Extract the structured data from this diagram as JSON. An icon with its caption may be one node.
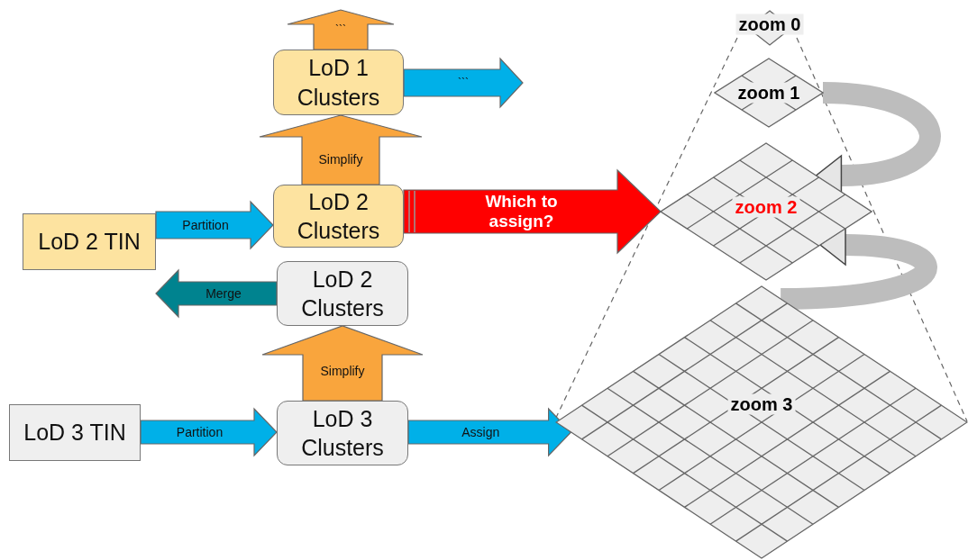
{
  "diagram": {
    "nodes": [
      {
        "text": [
          "LoD 1 Clusters"
        ]
      },
      {
        "text": [
          "LoD 2 TIN"
        ]
      },
      {
        "text": [
          "LoD 2 Clusters"
        ]
      },
      {
        "text": [
          "LoD 2 Clusters"
        ]
      },
      {
        "text": [
          "LoD 3 TIN"
        ]
      },
      {
        "text": [
          "LoD 3 Clusters"
        ]
      },
      {
        "text": [
          "zoom 0"
        ]
      },
      {
        "text": [
          "zoom 1"
        ]
      },
      {
        "text": [
          "zoom 2"
        ]
      },
      {
        "text": [
          "zoom 3"
        ]
      }
    ],
    "edges": [
      {
        "from": 0,
        "to": null,
        "arrow": "to",
        "label": "```",
        "color": "#f9a53d"
      },
      {
        "from": 0,
        "to": null,
        "arrow": "to",
        "label": "```"
      },
      {
        "from": 2,
        "to": 0,
        "arrow": "to",
        "label": "Simplify",
        "color": "#f9a53d"
      },
      {
        "from": 1,
        "to": 2,
        "arrow": "to",
        "label": "Partition"
      },
      {
        "from": 2,
        "to": 8,
        "arrow": "to",
        "label": "Which to assign?",
        "color": "#ff0000"
      },
      {
        "from": 3,
        "to": 1,
        "arrow": "to",
        "label": "Merge",
        "color": "#00838f"
      },
      {
        "from": 5,
        "to": 3,
        "arrow": "to",
        "label": "Simplify",
        "color": "#f9a53d"
      },
      {
        "from": 4,
        "to": 5,
        "arrow": "to",
        "label": "Partition"
      },
      {
        "from": 5,
        "to": 9,
        "arrow": "to",
        "label": "Assign"
      },
      {
        "from": 7,
        "to": 8,
        "arrow": "to",
        "color": "#bdbdbd"
      },
      {
        "from": 9,
        "to": 8,
        "arrow": "to",
        "color": "#bdbdbd"
      }
    ]
  }
}
